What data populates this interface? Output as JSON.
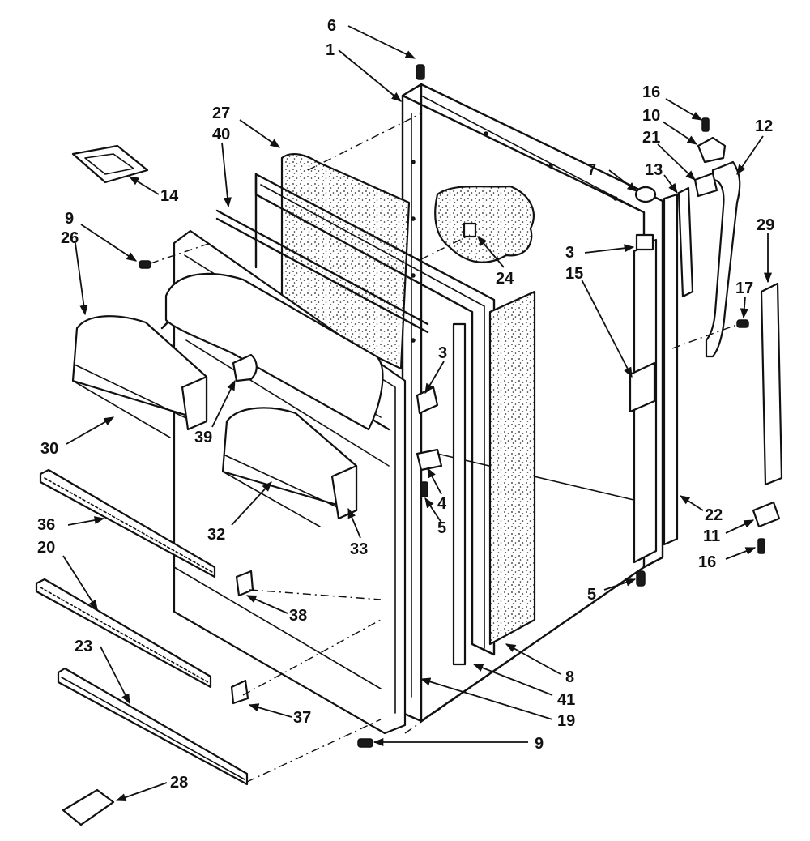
{
  "callouts": {
    "c6": "6",
    "c1": "1",
    "c27": "27",
    "c40": "40",
    "c14": "14",
    "c9a": "9",
    "c26": "26",
    "c24": "24",
    "c16a": "16",
    "c10": "10",
    "c21": "21",
    "c12": "12",
    "c7": "7",
    "c13": "13",
    "c29": "29",
    "c3a": "3",
    "c15": "15",
    "c17": "17",
    "c3b": "3",
    "c39": "39",
    "c30": "30",
    "c4": "4",
    "c5a": "5",
    "c32": "32",
    "c36": "36",
    "c20": "20",
    "c33": "33",
    "c22": "22",
    "c11": "11",
    "c16b": "16",
    "c38": "38",
    "c5b": "5",
    "c8": "8",
    "c41": "41",
    "c23": "23",
    "c19": "19",
    "c37": "37",
    "c9b": "9",
    "c28": "28"
  },
  "colors": {
    "ink": "#111111",
    "paper": "#ffffff"
  }
}
